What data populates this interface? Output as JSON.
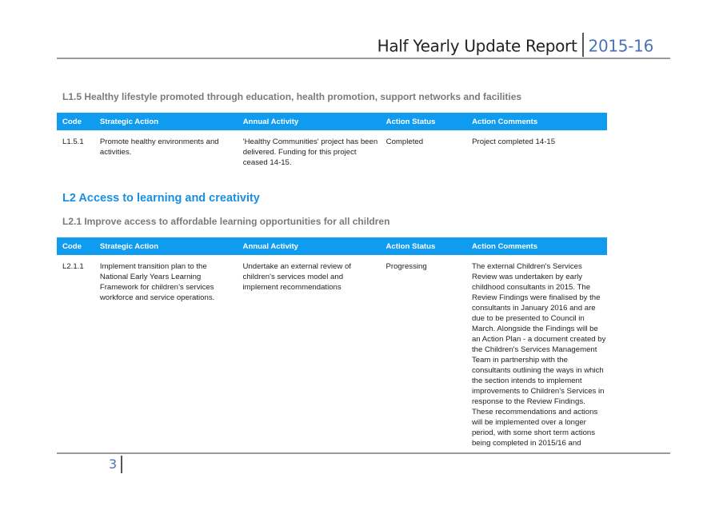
{
  "header": {
    "title": "Half Yearly Update Report",
    "year": "2015-16"
  },
  "section1": {
    "subheading": "L1.5 Healthy lifestyle promoted through education, health promotion, support networks and facilities",
    "columns": [
      "Code",
      "Strategic Action",
      "Annual Activity",
      "Action Status",
      "Action Comments"
    ],
    "row": {
      "code": "L1.5.1",
      "strategic_action": "Promote healthy environments and activities.",
      "annual_activity": "'Healthy Communities' project has been delivered.  Funding for this project ceased 14-15.",
      "status": "Completed",
      "comments": "Project completed 14-15"
    }
  },
  "section2": {
    "heading": "L2 Access to learning and creativity",
    "subheading": "L2.1 Improve access to affordable learning opportunities for all children",
    "columns": [
      "Code",
      "Strategic Action",
      "Annual Activity",
      "Action Status",
      "Action Comments"
    ],
    "row": {
      "code": "L2.1.1",
      "strategic_action": "Implement transition plan to the National Early Years Learning Framework for children’s services workforce and service operations.",
      "annual_activity": "Undertake an external review of children's services model and implement recommendations",
      "status": "Progressing",
      "comments": "The external Children's Services Review was undertaken by early childhood consultants in 2015. The Review Findings were finalised by the consultants in January 2016 and are due to be presented to Council in March. Alongside the Findings will be an Action Plan - a document created by the Children's Services Management Team in partnership with the consultants outlining the ways in which the section intends to implement improvements to Children's Services in response to the Review Findings. These recommendations and actions will be implemented over a longer period, with some short term actions being completed in 2015/16 and"
    }
  },
  "footer": {
    "page_number": "3"
  }
}
